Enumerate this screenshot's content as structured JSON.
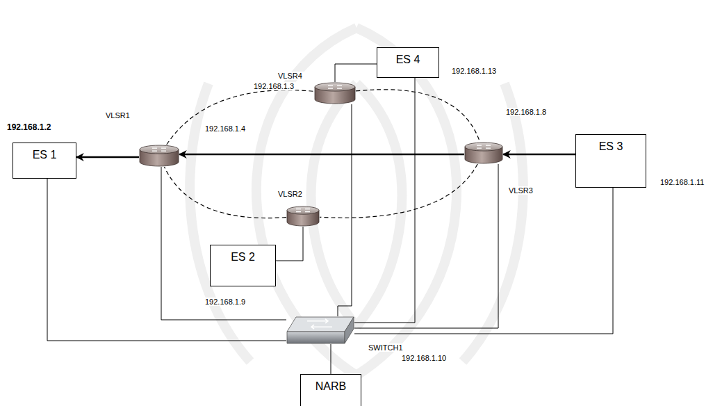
{
  "diagram": {
    "nodes": [
      {
        "text": [
          "ES 1"
        ]
      },
      {
        "text": [
          "VLSR1"
        ]
      },
      {
        "text": [
          "VLSR4"
        ]
      },
      {
        "text": [
          "ES 4"
        ]
      },
      {
        "text": [
          "VLSR3"
        ]
      },
      {
        "text": [
          "ES 3"
        ]
      },
      {
        "text": [
          "VLSR2"
        ]
      },
      {
        "text": [
          "ES 2"
        ]
      },
      {
        "text": [
          "SWITCH1"
        ]
      },
      {
        "text": [
          "NARB"
        ]
      }
    ],
    "edges": [
      {
        "from": 5,
        "to": 4,
        "arrow": "to"
      },
      {
        "from": 4,
        "to": 1,
        "arrow": "to"
      },
      {
        "from": 1,
        "to": 0,
        "arrow": "to"
      },
      {
        "from": 1,
        "to": 2,
        "arrow": "none"
      },
      {
        "from": 2,
        "to": 4,
        "arrow": "none"
      },
      {
        "from": 4,
        "to": 6,
        "arrow": "none"
      },
      {
        "from": 6,
        "to": 1,
        "arrow": "none"
      },
      {
        "from": 2,
        "to": 3,
        "arrow": "none"
      },
      {
        "from": 6,
        "to": 7,
        "arrow": "none"
      },
      {
        "from": 0,
        "to": 8,
        "arrow": "none"
      },
      {
        "from": 1,
        "to": 8,
        "arrow": "none"
      },
      {
        "from": 2,
        "to": 8,
        "arrow": "none"
      },
      {
        "from": 3,
        "to": 8,
        "arrow": "none"
      },
      {
        "from": 4,
        "to": 8,
        "arrow": "none"
      },
      {
        "from": 5,
        "to": 8,
        "arrow": "none"
      },
      {
        "from": 9,
        "to": 8,
        "arrow": "none"
      }
    ],
    "labels": [
      "192.168.1.2",
      "192.168.1.4",
      "192.168.1.3",
      "192.168.1.13",
      "192.168.1.8",
      "192.168.1.11",
      "192.168.1.9",
      "192.168.1.10"
    ]
  }
}
